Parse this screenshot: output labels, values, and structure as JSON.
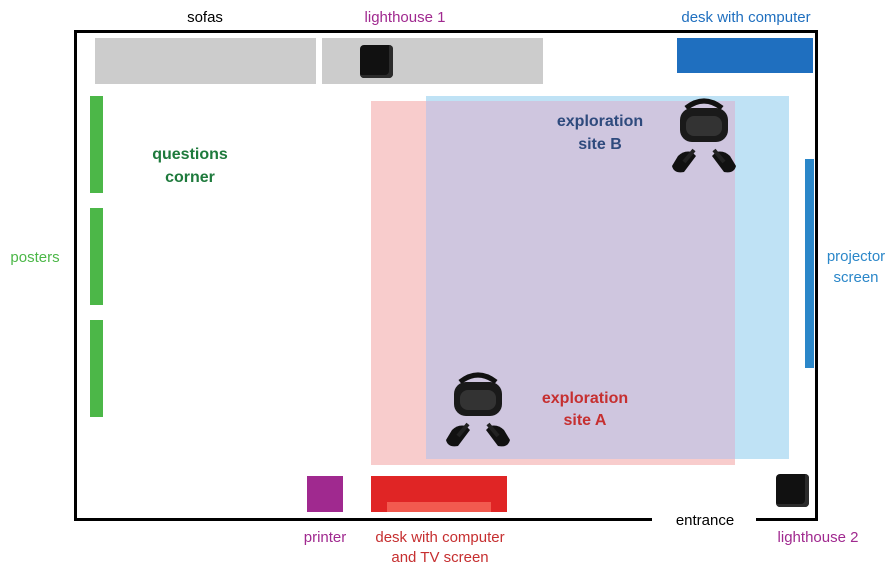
{
  "labels": {
    "sofas": "sofas",
    "lighthouse_1": "lighthouse 1",
    "desk_with_computer": "desk with computer",
    "posters": "posters",
    "questions_corner_1": "questions",
    "questions_corner_2": "corner",
    "site_b_1": "exploration",
    "site_b_2": "site B",
    "site_a_1": "exploration",
    "site_a_2": "site A",
    "projector_1": "projector",
    "projector_2": "screen",
    "printer": "printer",
    "desk_tv_1": "desk with computer",
    "desk_tv_2": "and TV screen",
    "entrance": "entrance",
    "lighthouse_2": "lighthouse 2"
  },
  "colors": {
    "sofa": "#cccccc",
    "desk_blue": "#1f6fbf",
    "posters": "#4cb748",
    "questions": "#1e7a3c",
    "site_a_fill": "#f7c6c6",
    "site_b_fill": "#b8dff4",
    "overlap": "#cdc3de",
    "site_b_text": "#2e4a7d",
    "site_a_text": "#c62f30",
    "projector": "#2b87c9",
    "printer": "#a0298f",
    "desk_red": "#e02525",
    "lighthouse_text": "#a0298f"
  },
  "icons": [
    "vr-headset-icon",
    "lighthouse-base-station-icon"
  ]
}
